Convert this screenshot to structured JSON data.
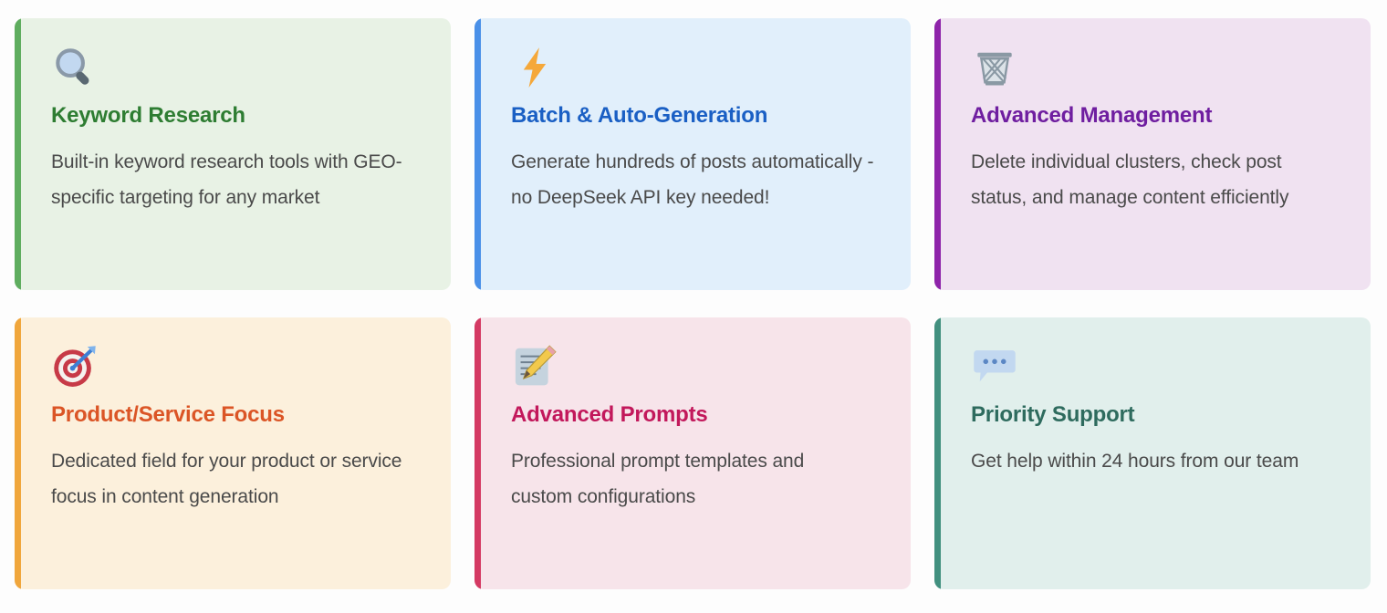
{
  "section": {
    "name": "feature-highlights-grid",
    "columns": 3,
    "rows": 2,
    "background": "#FDFDFD",
    "body_text_color": "#4A4A4A"
  },
  "cards": [
    {
      "id": "keyword-research",
      "icon": "magnifying-glass-icon",
      "title": "Keyword Research",
      "description": "Built-in keyword research tools with GEO-specific targeting for any market",
      "title_color": "#2E7D32",
      "accent_color": "#5FAD5F",
      "background_color": "#E8F2E5"
    },
    {
      "id": "batch-auto-generation",
      "icon": "lightning-bolt-icon",
      "title": "Batch & Auto-Generation",
      "description": "Generate hundreds of posts automatically - no DeepSeek API key needed!",
      "title_color": "#1A5FC4",
      "accent_color": "#4A90E8",
      "background_color": "#E1EFFB"
    },
    {
      "id": "advanced-management",
      "icon": "wastebasket-icon",
      "title": "Advanced Management",
      "description": "Delete individual clusters, check post status, and manage content efficiently",
      "title_color": "#6F1EA0",
      "accent_color": "#8E24AA",
      "background_color": "#F0E2F1"
    },
    {
      "id": "product-service-focus",
      "icon": "bullseye-dart-icon",
      "title": "Product/Service Focus",
      "description": "Dedicated field for your product or service focus in content generation",
      "title_color": "#DB5526",
      "accent_color": "#F0A63C",
      "background_color": "#FCF0DC"
    },
    {
      "id": "advanced-prompts",
      "icon": "memo-pencil-icon",
      "title": "Advanced Prompts",
      "description": "Professional prompt templates and custom configurations",
      "title_color": "#C2185B",
      "accent_color": "#D43A63",
      "background_color": "#F7E4EA"
    },
    {
      "id": "priority-support",
      "icon": "speech-bubble-icon",
      "title": "Priority Support",
      "description": "Get help within 24 hours from our team",
      "title_color": "#2E6B5E",
      "accent_color": "#42907F",
      "background_color": "#E1EFEC"
    }
  ]
}
